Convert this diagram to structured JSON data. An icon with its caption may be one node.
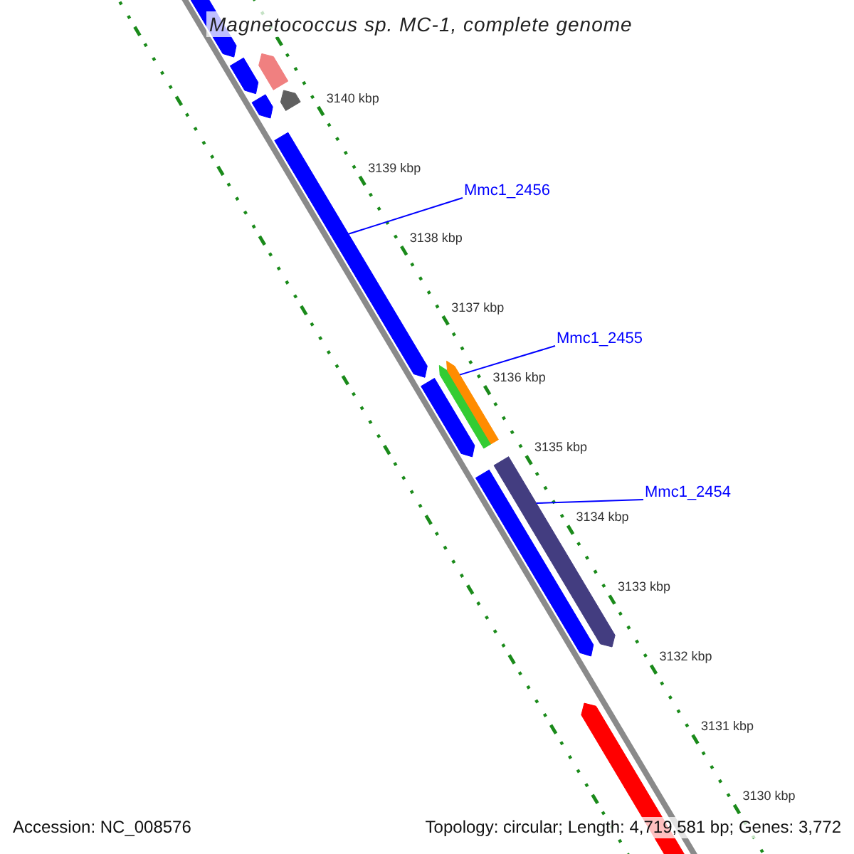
{
  "diagram": {
    "title": "Magnetococcus sp. MC-1, complete genome",
    "nodes": [
      {
        "text": [
          "Mmc1_2456"
        ]
      },
      {
        "text": [],
        "shape": "bar"
      },
      {
        "text": [
          "Mmc1_2455"
        ]
      },
      {
        "text": [],
        "shape": "bar"
      },
      {
        "text": [
          "Mmc1_2454"
        ]
      },
      {
        "text": [],
        "shape": "bar"
      }
    ],
    "edges": [
      {
        "from": 0,
        "to": 1,
        "arrow": "none"
      },
      {
        "from": 2,
        "to": 3,
        "arrow": "none"
      },
      {
        "from": 4,
        "to": 5,
        "arrow": "none"
      }
    ],
    "labels": [
      "3140 kbp",
      "3139 kbp",
      "3138 kbp",
      "3137 kbp",
      "3136 kbp",
      "3135 kbp",
      "3134 kbp",
      "3133 kbp",
      "3132 kbp",
      "3131 kbp",
      "3130 kbp",
      "Accession: NC_008576",
      "Topology: circular; Length: 4,719,581 bp; Genes: 3,772"
    ]
  }
}
